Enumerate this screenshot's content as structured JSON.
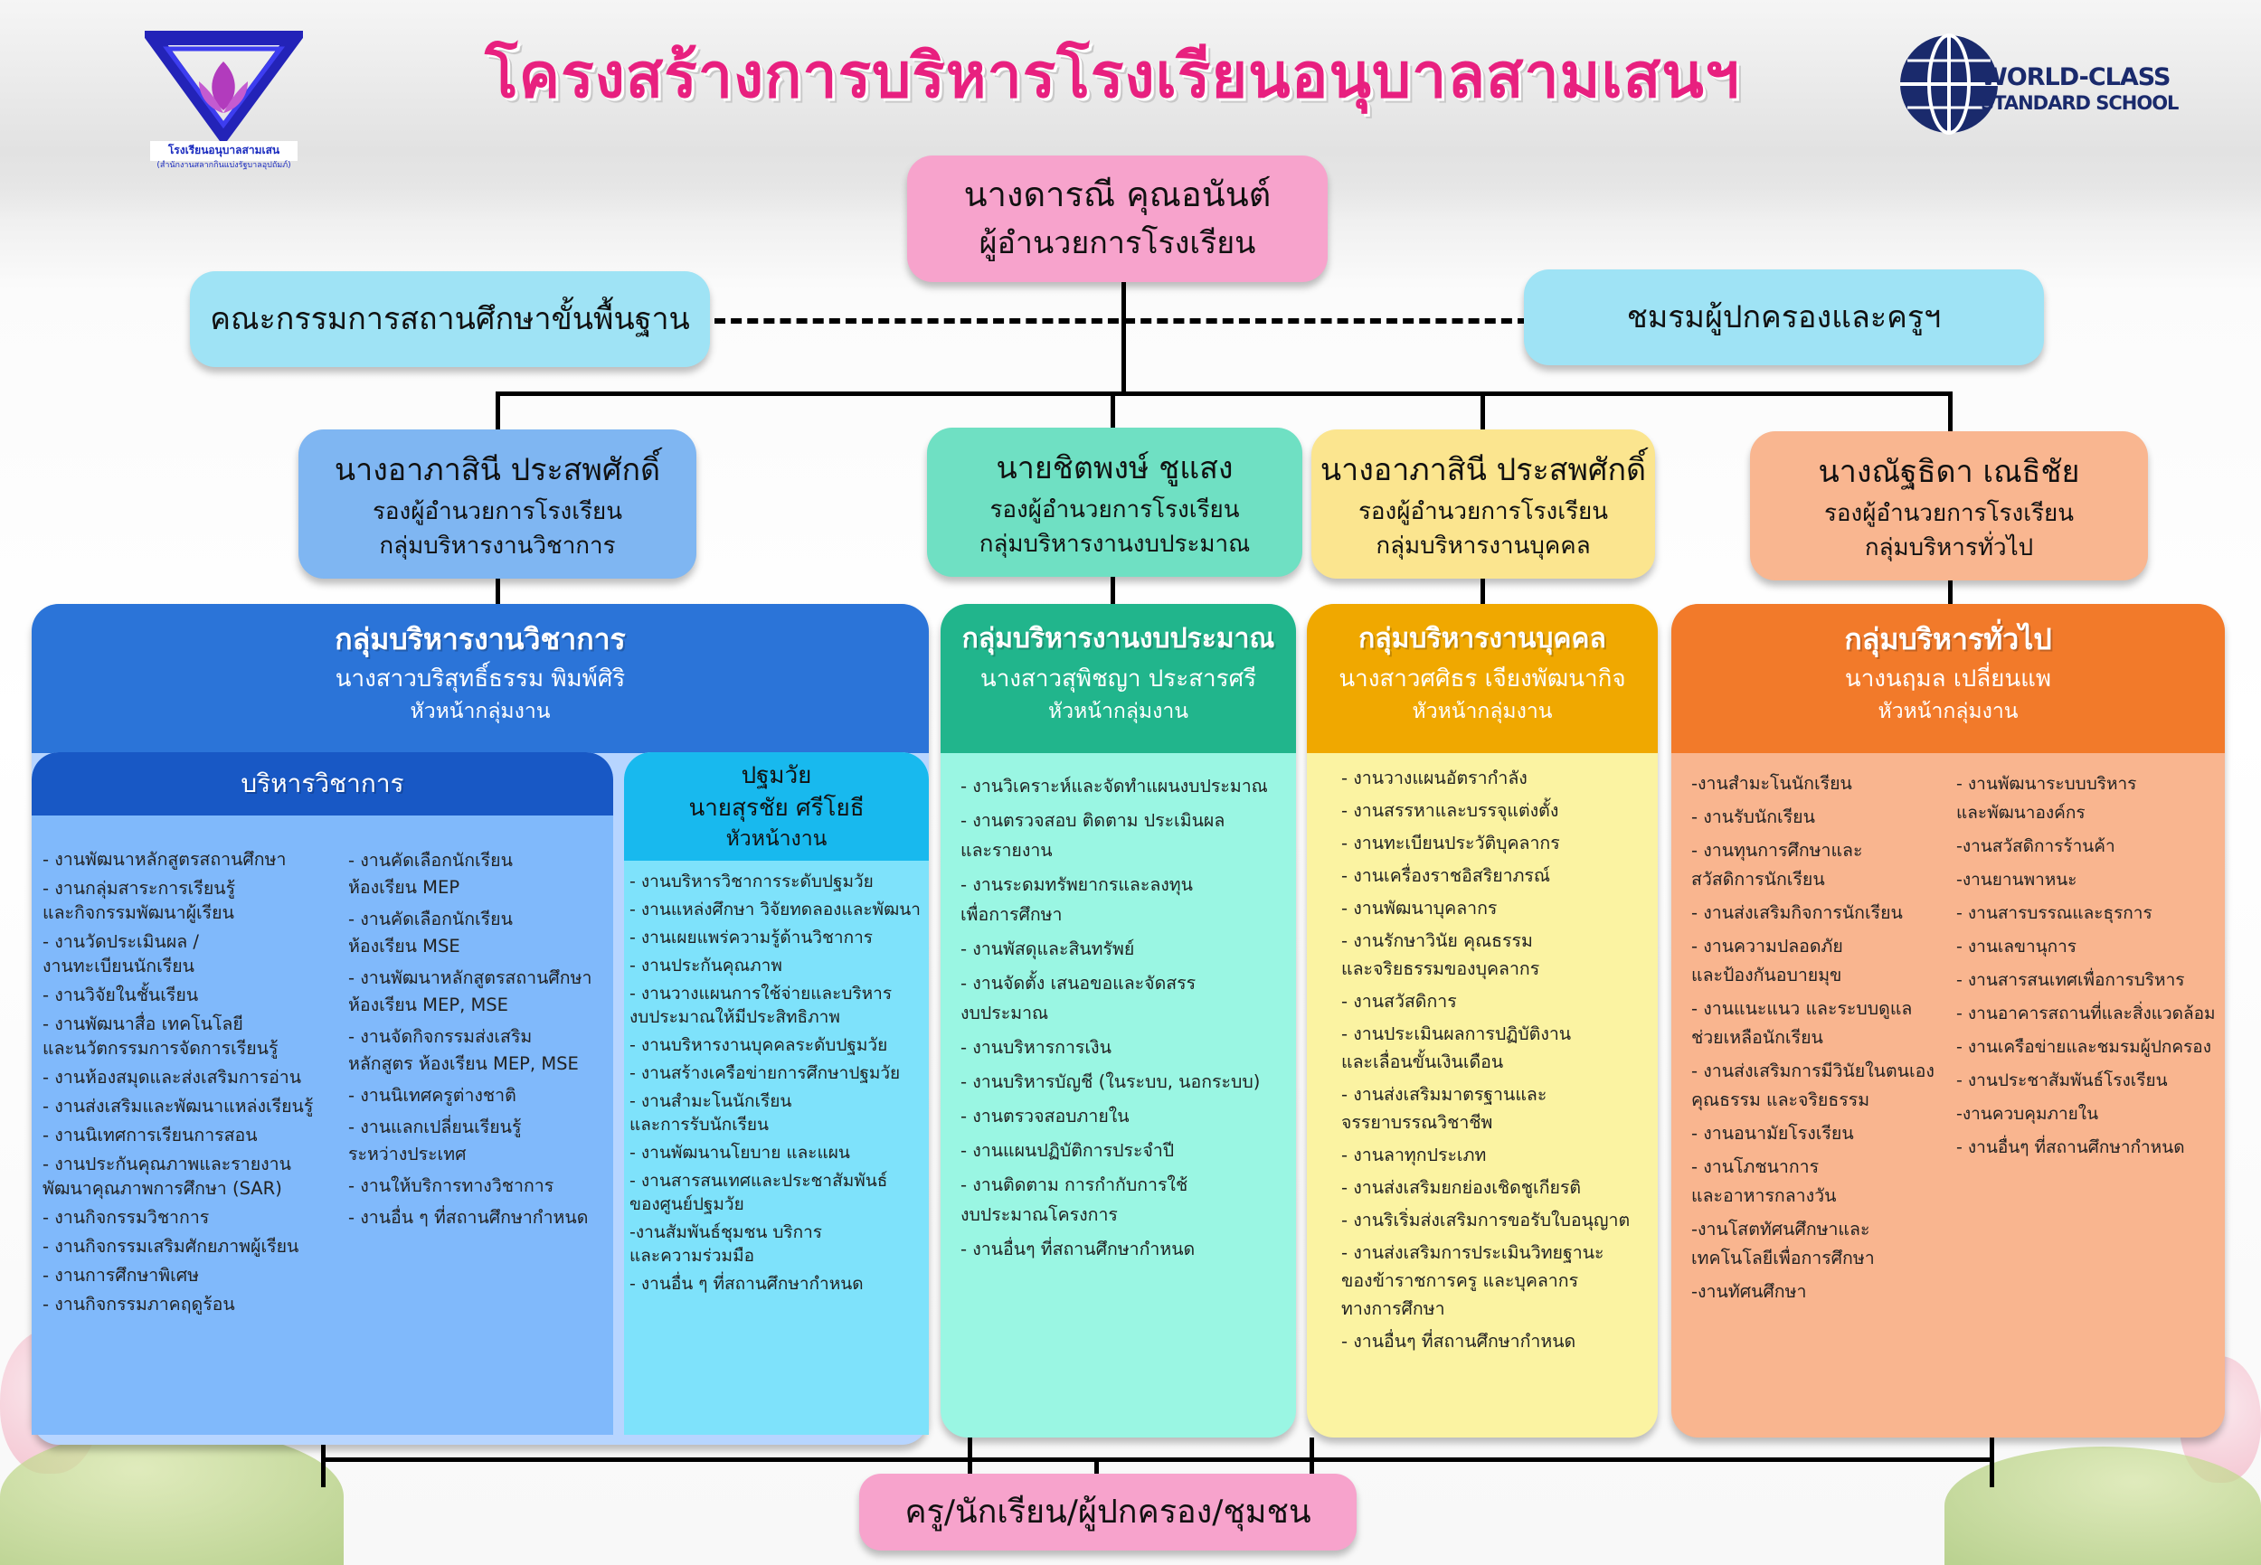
{
  "header": {
    "title": "โครงสร้างการบริหารโรงเรียนอนุบาลสามเสนฯ",
    "school_logo_text": "โรงเรียนอนุบาลสามเสน",
    "school_logo_subtext": "(สำนักงานสลากกินแบ่งรัฐบาลอุปถัมภ์)",
    "wcs_line1": "WORLD-CLASS",
    "wcs_line2": "STANDARD SCHOOL"
  },
  "director": {
    "name": "นางดารณี  คุณอนันต์",
    "role": "ผู้อำนวยการโรงเรียน"
  },
  "board": {
    "label": "คณะกรรมการสถานศึกษาขั้นพื้นฐาน"
  },
  "parents_club": {
    "label": "ชมรมผู้ปกครองและครูฯ"
  },
  "deputies": [
    {
      "name": "นางอาภาสินี ประสพศักดิ์",
      "role1": "รองผู้อำนวยการโรงเรียน",
      "role2": "กลุ่มบริหารงานวิชาการ"
    },
    {
      "name": "นายชิตพงษ์ ชูแสง",
      "role1": "รองผู้อำนวยการโรงเรียน",
      "role2": "กลุ่มบริหารงานงบประมาณ"
    },
    {
      "name": "นางอาภาสินี ประสพศักดิ์",
      "role1": "รองผู้อำนวยการโรงเรียน",
      "role2": "กลุ่มบริหารงานบุคคล"
    },
    {
      "name": "นางณัฐธิดา เณธิชัย",
      "role1": "รองผู้อำนวยการโรงเรียน",
      "role2": "กลุ่มบริหารทั่วไป"
    }
  ],
  "academic": {
    "title": "กลุ่มบริหารงานวิชาการ",
    "head_name": "นางสาวบริสุทธิ์ธรรม พิมพ์ศิริ",
    "head_role": "หัวหน้ากลุ่มงาน",
    "sub1": {
      "title": "บริหารวิชาการ",
      "col1": [
        "- งานพัฒนาหลักสูตรสถานศึกษา",
        "- งานกลุ่มสาระการเรียนรู้\n   และกิจกรรมพัฒนาผู้เรียน",
        "- งานวัดประเมินผล /\n   งานทะเบียนนักเรียน",
        "- งานวิจัยในชั้นเรียน",
        "- งานพัฒนาสื่อ เทคโนโลยี\n   และนวัตกรรมการจัดการเรียนรู้",
        "- งานห้องสมุดและส่งเสริมการอ่าน",
        "- งานส่งเสริมและพัฒนาแหล่งเรียนรู้",
        "- งานนิเทศการเรียนการสอน",
        "- งานประกันคุณภาพและรายงาน\n   พัฒนาคุณภาพการศึกษา (SAR)",
        "- งานกิจกรรมวิชาการ",
        "- งานกิจกรรมเสริมศักยภาพผู้เรียน",
        "- งานการศึกษาพิเศษ",
        "- งานกิจกรรมภาคฤดูร้อน"
      ],
      "col2": [
        "- งานคัดเลือกนักเรียน\n   ห้องเรียน MEP",
        "- งานคัดเลือกนักเรียน\n   ห้องเรียน MSE",
        "- งานพัฒนาหลักสูตรสถานศึกษา\n   ห้องเรียน MEP, MSE",
        "- งานจัดกิจกรรมส่งเสริม\n  หลักสูตร ห้องเรียน MEP, MSE",
        "- งานนิเทศครูต่างชาติ",
        "- งานแลกเปลี่ยนเรียนรู้\n  ระหว่างประเทศ",
        "- งานให้บริการทางวิชาการ",
        "- งานอื่น ๆ ที่สถานศึกษากำหนด"
      ]
    },
    "sub2": {
      "title": "ปฐมวัย",
      "head_name": "นายสุรชัย  ศรีโยธี",
      "head_role": "หัวหน้างาน",
      "items": [
        "- งานบริหารวิชาการระดับปฐมวัย",
        "- งานแหล่งศึกษา วิจัยทดลองและพัฒนา",
        "- งานเผยแพร่ความรู้ด้านวิชาการ",
        "- งานประกันคุณภาพ",
        "- งานวางแผนการใช้จ่ายและบริหาร\n  งบประมาณให้มีประสิทธิภาพ",
        "- งานบริหารงานบุคคลระดับปฐมวัย",
        "- งานสร้างเครือข่ายการศึกษาปฐมวัย",
        "- งานสำมะโนนักเรียน\n  และการรับนักเรียน",
        "- งานพัฒนานโยบาย และแผน",
        "- งานสารสนเทศและประชาสัมพันธ์\n  ของศูนย์ปฐมวัย",
        "-งานสัมพันธ์ชุมชน บริการ\n  และความร่วมมือ",
        "- งานอื่น ๆ ที่สถานศึกษากำหนด"
      ]
    }
  },
  "budget": {
    "title": "กลุ่มบริหารงานงบประมาณ",
    "head_name": "นางสาวสุพิชญา ประสารศรี",
    "head_role": "หัวหน้ากลุ่มงาน",
    "items": [
      "- งานวิเคราะห์และจัดทำแผนงบประมาณ",
      "- งานตรวจสอบ ติดตาม ประเมินผล\n  และรายงาน",
      "- งานระดมทรัพยากรและลงทุน\n  เพื่อการศึกษา",
      "- งานพัสดุและสินทรัพย์",
      "- งานจัดตั้ง เสนอขอและจัดสรร\n  งบประมาณ",
      "- งานบริหารการเงิน",
      "- งานบริหารบัญชี (ในระบบ, นอกระบบ)",
      "- งานตรวจสอบภายใน",
      "- งานแผนปฏิบัติการประจำปี",
      "- งานติดตาม การกำกับการใช้\n  งบประมาณโครงการ",
      "- งานอื่นๆ ที่สถานศึกษากำหนด"
    ]
  },
  "personnel": {
    "title": "กลุ่มบริหารงานบุคคล",
    "head_name": "นางสาวศศิธร  เจียงพัฒนากิจ",
    "head_role": "หัวหน้ากลุ่มงาน",
    "items": [
      "- งานวางแผนอัตรากำลัง",
      "- งานสรรหาและบรรจุแต่งตั้ง",
      "- งานทะเบียนประวัติบุคลากร",
      "- งานเครื่องราชอิสริยาภรณ์",
      "- งานพัฒนาบุคลากร",
      "- งานรักษาวินัย คุณธรรม\n  และจริยธรรมของบุคลากร",
      "- งานสวัสดิการ",
      "- งานประเมินผลการปฏิบัติงาน\n  และเลื่อนขั้นเงินเดือน",
      "- งานส่งเสริมมาตรฐานและ\n  จรรยาบรรณวิชาชีพ",
      "- งานลาทุกประเภท",
      "- งานส่งเสริมยกย่องเชิดชูเกียรติ",
      "- งานริเริ่มส่งเสริมการขอรับใบอนุญาต",
      "- งานส่งเสริมการประเมินวิทยฐานะ\n  ของข้าราชการครู และบุคลากร\n  ทางการศึกษา",
      "- งานอื่นๆ ที่สถานศึกษากำหนด"
    ]
  },
  "general": {
    "title": "กลุ่มบริหารทั่วไป",
    "head_name": "นางนฤมล  เปลี่ยนแพ",
    "head_role": "หัวหน้ากลุ่มงาน",
    "col1": [
      "-งานสำมะโนนักเรียน",
      "- งานรับนักเรียน",
      "- งานทุนการศึกษาและ\n  สวัสดิการนักเรียน",
      "- งานส่งเสริมกิจการนักเรียน",
      "- งานความปลอดภัย\n  และป้องกันอบายมุข",
      "- งานแนะแนว และระบบดูแล\n  ช่วยเหลือนักเรียน",
      "- งานส่งเสริมการมีวินัยในตนเอง\n  คุณธรรม และจริยธรรม",
      "- งานอนามัยโรงเรียน",
      "- งานโภชนาการ\n  และอาหารกลางวัน",
      "-งานโสตทัศนศึกษาและ\n  เทคโนโลยีเพื่อการศึกษา",
      "-งานทัศนศึกษา"
    ],
    "col2": [
      "- งานพัฒนาระบบบริหาร\n  และพัฒนาองค์กร",
      "-งานสวัสดิการร้านค้า",
      "-งานยานพาหนะ",
      "- งานสารบรรณและธุรการ",
      "- งานเลขานุการ",
      "- งานสารสนเทศเพื่อการบริหาร",
      "- งานอาคารสถานที่และสิ่งแวดล้อม",
      "- งานเครือข่ายและชมรมผู้ปกครอง",
      "- งานประชาสัมพันธ์โรงเรียน",
      "-งานควบคุมภายใน",
      "- งานอื่นๆ ที่สถานศึกษากำหนด"
    ]
  },
  "footer": {
    "label": "ครู/นักเรียน/ผู้ปกครอง/ชุมชน"
  },
  "colors": {
    "title": "#e8207f",
    "director": "#f7a3cc",
    "side_boxes": "#9fe3f5",
    "academic": "#2b74d8",
    "budget": "#21b58c",
    "personnel": "#f0a800",
    "general": "#f27a2a"
  }
}
